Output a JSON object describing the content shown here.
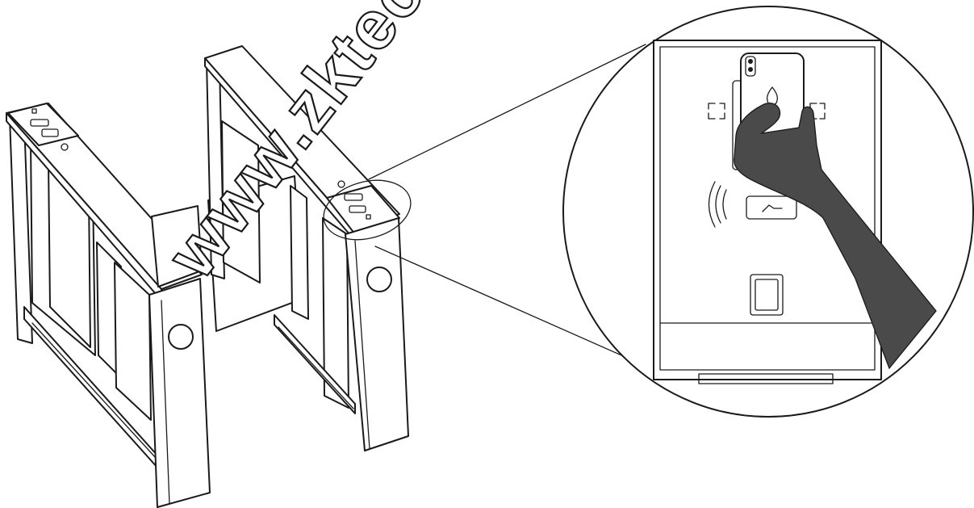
{
  "watermark": {
    "text": "www.zkteco"
  },
  "illustration": {
    "subject": "swing-turnstile",
    "inset": "hand-holding-phone-at-reader"
  },
  "colors": {
    "line": "#1a1a1a",
    "background": "#ffffff",
    "hand": "#4a4a4a"
  }
}
